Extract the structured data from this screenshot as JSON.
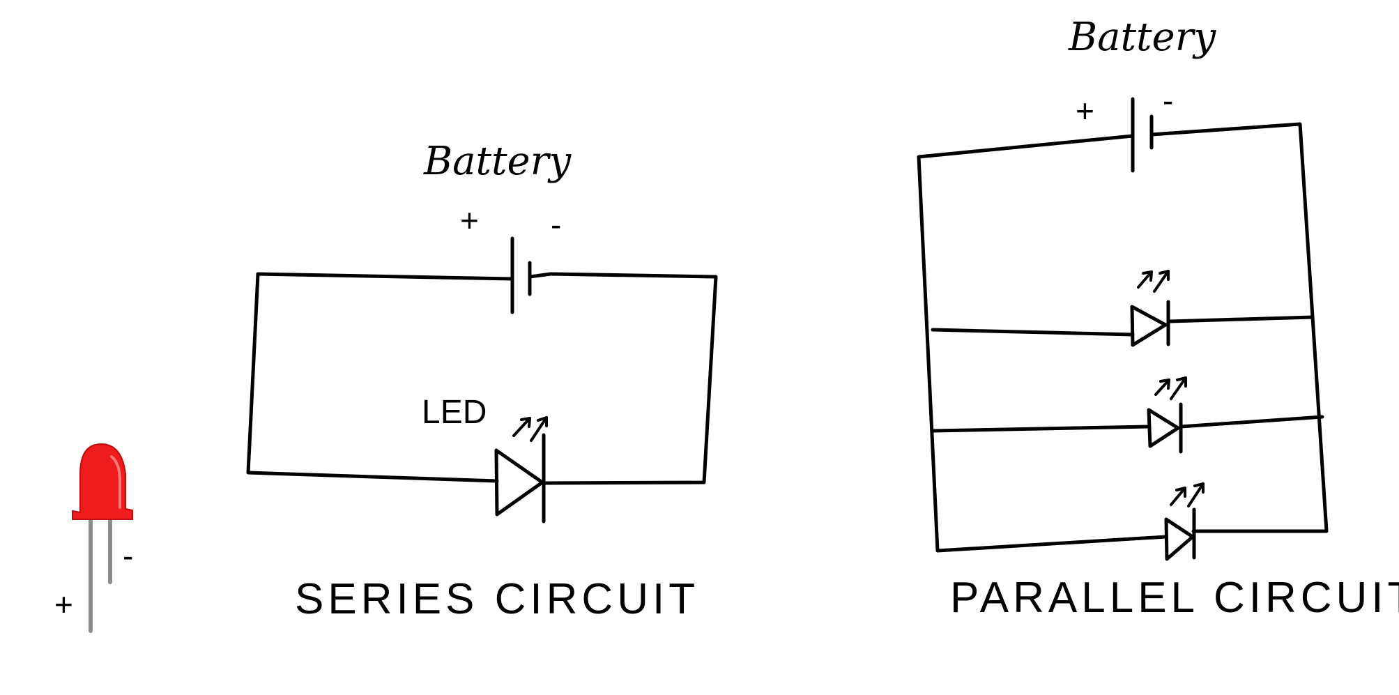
{
  "led_photo": {
    "plus_label": "+",
    "minus_label": "-",
    "body_color": "#ee1c1c",
    "lead_color": "#8c8c8c"
  },
  "series": {
    "battery_label": "Battery",
    "plus_label": "+",
    "minus_label": "-",
    "led_label": "LED",
    "caption": "SERIES CIRCUIT"
  },
  "parallel": {
    "battery_label": "Battery",
    "plus_label": "+",
    "minus_label": "-",
    "caption": "PARALLEL CIRCUIT"
  }
}
